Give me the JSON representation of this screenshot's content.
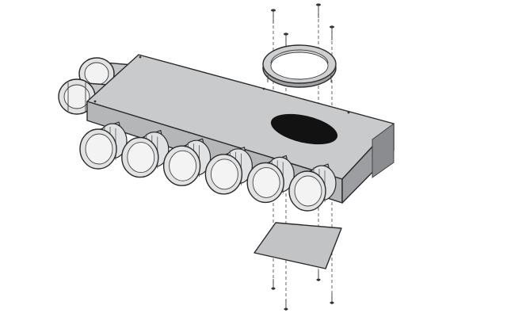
{
  "figure": {
    "subject": "plenum-box-exploded-view",
    "outlet_count": 6,
    "inlet_count": 2,
    "fastener_count": 8
  },
  "colors": {
    "background": "#ffffff",
    "box_top": "#c9cacb",
    "box_front": "#b4b6b8",
    "box_end": "#9c9ea1",
    "spigot_body": "#e1e2e3",
    "spigot_shade": "#c3c5c7",
    "opening": "#121212",
    "plate": "#c2c3c5",
    "ring": "#cfd0d2",
    "outline": "#2a2a2a"
  }
}
